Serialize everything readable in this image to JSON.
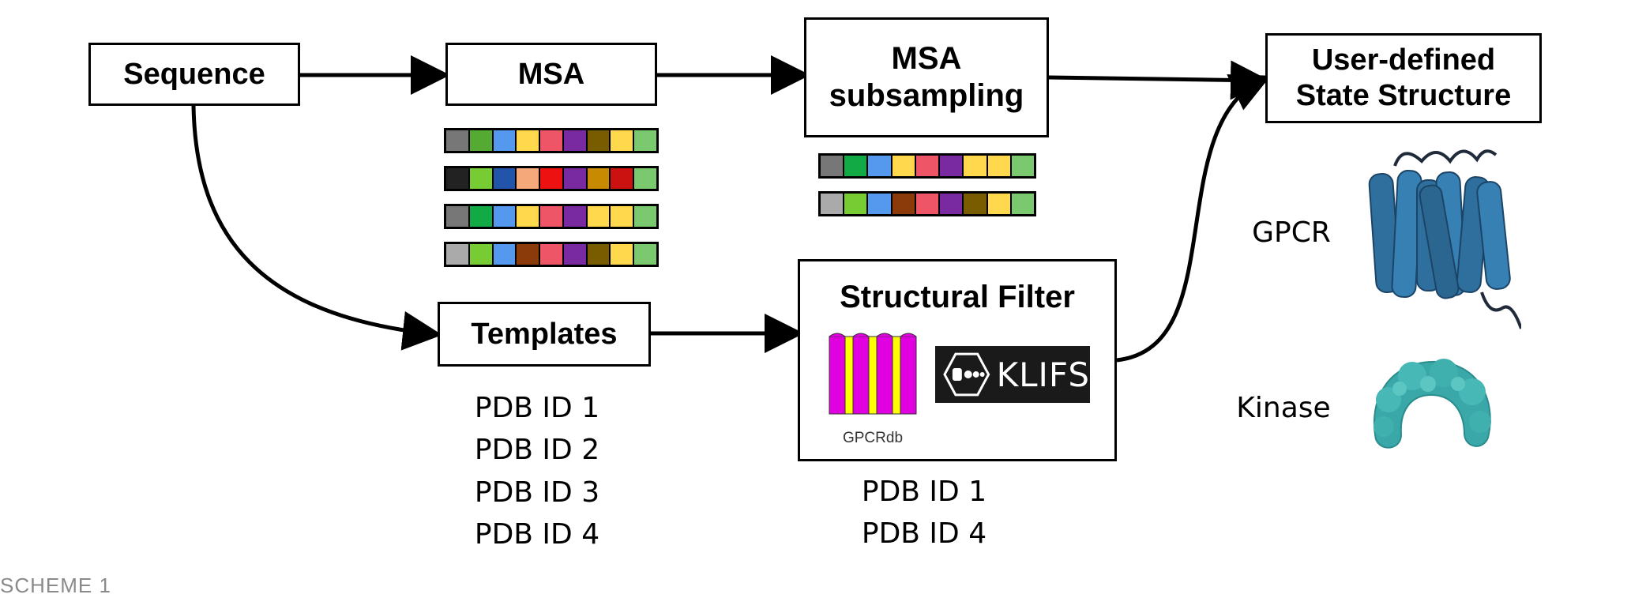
{
  "nodes": {
    "sequence": "Sequence",
    "msa": "MSA",
    "msa_subsampling_line1": "MSA",
    "msa_subsampling_line2": "subsampling",
    "templates": "Templates",
    "structural_filter": "Structural Filter",
    "output_line1": "User-defined",
    "output_line2": "State Structure"
  },
  "logos": {
    "gpcrdb_label": "GPCRdb",
    "klifs_label": "KLIFS"
  },
  "templates_list": [
    "PDB ID 1",
    "PDB ID 2",
    "PDB ID 3",
    "PDB ID 4"
  ],
  "filtered_list": [
    "PDB ID 1",
    "PDB ID 4"
  ],
  "examples": {
    "gpcr_label": "GPCR",
    "kinase_label": "Kinase"
  },
  "msa_rows": [
    [
      "#777777",
      "#55aa33",
      "#5599ee",
      "#ffd84d",
      "#ee5566",
      "#7a2aa0",
      "#7a5c00",
      "#ffd84d",
      "#7bc96f"
    ],
    [
      "#222222",
      "#77cc33",
      "#2255aa",
      "#f5a97a",
      "#ee1111",
      "#7a2aa0",
      "#c88a00",
      "#cc1111",
      "#7bc96f"
    ],
    [
      "#777777",
      "#11aa44",
      "#5599ee",
      "#ffd84d",
      "#ee5566",
      "#7a2aa0",
      "#ffd84d",
      "#ffd84d",
      "#7bc96f"
    ],
    [
      "#aaaaaa",
      "#77cc33",
      "#5599ee",
      "#8b3a0a",
      "#ee5566",
      "#7a2aa0",
      "#7a5c00",
      "#ffd84d",
      "#7bc96f"
    ]
  ],
  "subsampled_rows": [
    [
      "#777777",
      "#11aa44",
      "#5599ee",
      "#ffd84d",
      "#ee5566",
      "#7a2aa0",
      "#ffd84d",
      "#ffd84d",
      "#7bc96f"
    ],
    [
      "#aaaaaa",
      "#77cc33",
      "#5599ee",
      "#8b3a0a",
      "#ee5566",
      "#7a2aa0",
      "#7a5c00",
      "#ffd84d",
      "#7bc96f"
    ]
  ],
  "colors": {
    "gpcr_blue": "#2e6f9e",
    "kinase_teal": "#3aa8a8",
    "gpcrdb_magenta": "#e000e0",
    "gpcrdb_yellow": "#ffff00",
    "klifs_bg": "#1a1a1a"
  },
  "icons": [
    "gpcr-structure-icon",
    "kinase-structure-icon",
    "gpcrdb-logo-icon",
    "klifs-logo-icon"
  ],
  "footer_caption": "SCHEME 1"
}
